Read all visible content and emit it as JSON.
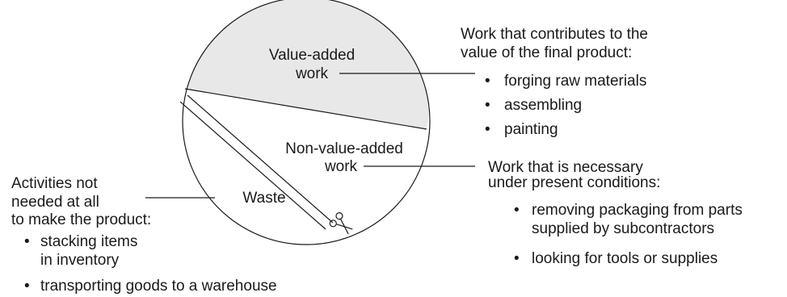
{
  "circle": {
    "sections": {
      "value_added": {
        "line1": "Value-added",
        "line2": "work",
        "fill": "#e8e8e8"
      },
      "non_value_added": {
        "line1": "Non-value-added",
        "line2": "work"
      },
      "waste": {
        "label": "Waste"
      }
    }
  },
  "value_added_note": {
    "line1": "Work that contributes to the",
    "line2": "value of the final product:",
    "bullets": [
      "forging raw materials",
      "assembling",
      "painting"
    ]
  },
  "necessary_note": {
    "line1": "Work that is necessary",
    "line2": "under present conditions:",
    "bullets": [
      [
        "removing packaging from parts",
        "supplied by subcontractors"
      ],
      [
        "looking for tools or supplies"
      ]
    ]
  },
  "waste_note": {
    "line1": "Activities not",
    "line2": "needed at all",
    "line3": "to make the product:",
    "bullets": [
      [
        "stacking items",
        "in inventory"
      ],
      [
        "transporting goods to a warehouse"
      ]
    ]
  },
  "colors": {
    "ink": "#1a1a1a",
    "shade": "#e8e8e8"
  },
  "icons": {
    "cut": "scissors-icon"
  }
}
